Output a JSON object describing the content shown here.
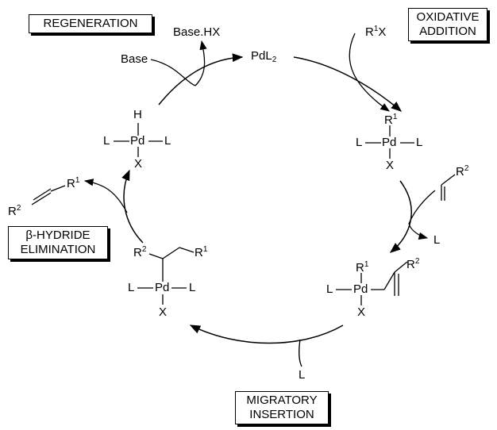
{
  "steps": {
    "regeneration": "REGENERATION",
    "oxidative_addition": [
      "OXIDATIVE",
      "ADDITION"
    ],
    "beta_hydride": [
      "β-HYDRIDE",
      "ELIMINATION"
    ],
    "migratory_insertion": [
      "MIGRATORY",
      "INSERTION"
    ]
  },
  "reagents": {
    "base": "Base",
    "base_hx": "Base.HX",
    "catalyst_main": "PdL",
    "catalyst_sub": "2",
    "aryl_halide_r": "R",
    "aryl_halide_sup": "1",
    "aryl_halide_x": "X",
    "ligand_out": "L",
    "ligand_in": "L"
  },
  "atoms": {
    "pd": "Pd",
    "l": "L",
    "x": "X",
    "h": "H",
    "r": "R",
    "r1_sup": "1",
    "r2_sup": "2"
  }
}
